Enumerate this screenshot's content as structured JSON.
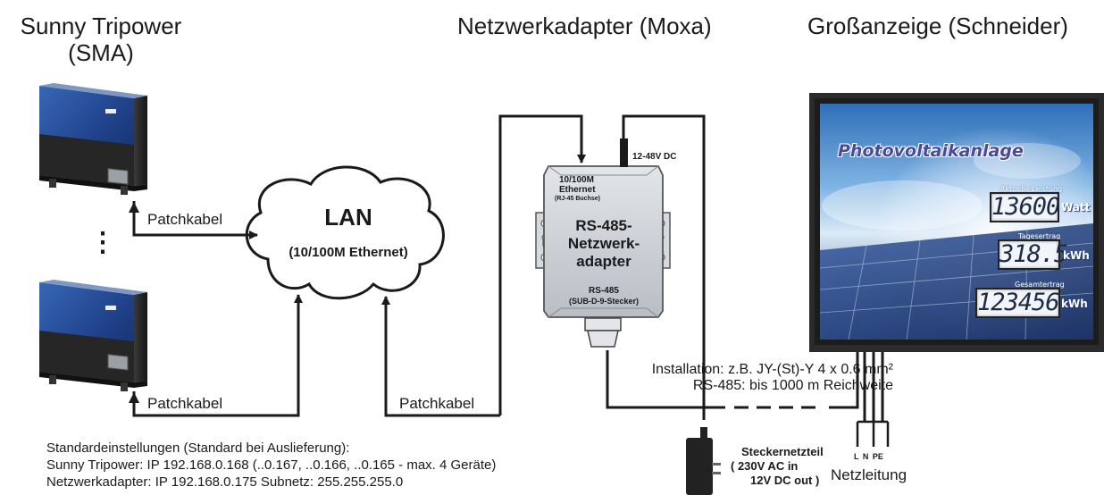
{
  "titles": {
    "inverter": [
      "Sunny Tripower",
      "(SMA)"
    ],
    "adapter": "Netzwerkadapter (Moxa)",
    "display": "Großanzeige (Schneider)"
  },
  "lan": {
    "title": "LAN",
    "subtitle": "(10/100M Ethernet)"
  },
  "cables": {
    "top": "Patchkabel",
    "bottom": "Patchkabel",
    "adapter": "Patchkabel"
  },
  "ellipsis": "⋮",
  "adapter_device": {
    "ethernet": [
      "10/100M",
      "Ethernet"
    ],
    "ethernet_note": "(RJ-45 Buchse)",
    "power_label": "12-48V DC",
    "name": [
      "RS-485-",
      "Netzwerk-",
      "adapter"
    ],
    "rs485": "RS-485",
    "rs485_note": "(SUB-D-9-Stecker)"
  },
  "display_panel": {
    "title": "Photovoltaikanlage",
    "rows": [
      {
        "caption": "Aktuelle Leistung",
        "value": "13600",
        "unit": "Watt"
      },
      {
        "caption": "Tagesertrag",
        "value": "318.5",
        "unit": "kWh"
      },
      {
        "caption": "Gesamtertrag",
        "value": "123456",
        "unit": "kWh"
      }
    ]
  },
  "installation": [
    "Installation: z.B. JY-(St)-Y  4 x 0.6 mm²",
    "RS-485: bis 1000 m  Reichweite"
  ],
  "power_supply": [
    "Steckernetzteil",
    "( 230V AC in",
    "12V DC out )"
  ],
  "mains": {
    "terminals": "L  N  PE",
    "label": "Netzleitung"
  },
  "defaults": [
    "Standardeinstellungen (Standard bei Auslieferung):",
    "Sunny Tripower: IP 192.168.0.168 (..0.167, ..0.166, ..0.165 - max. 4 Geräte)",
    "Netzwerkadapter: IP 192.168.0.175    Subnetz: 255.255.255.0"
  ],
  "colors": {
    "inverter_body": "#1e3f86",
    "inverter_frame": "#2a2a2a",
    "adapter_body": "#cfd3d8",
    "line": "#1a1a1a",
    "display_frame": "#2b2b2b"
  }
}
